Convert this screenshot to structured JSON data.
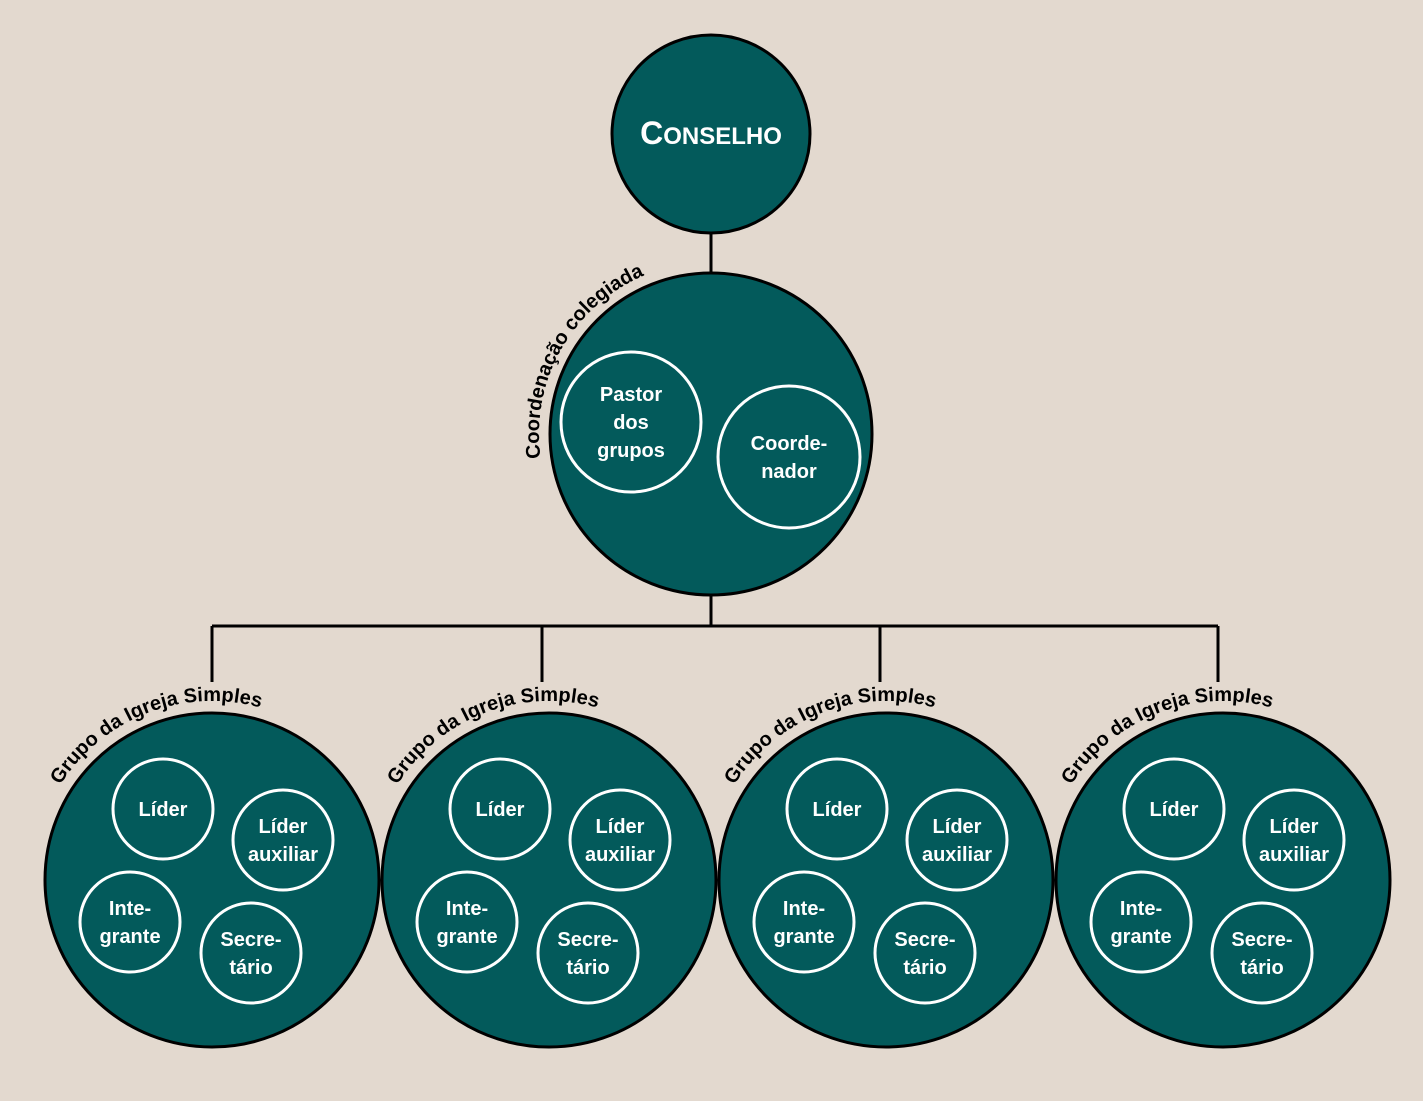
{
  "colors": {
    "background": "#e3d9cf",
    "circle_fill": "#035a5b",
    "outline": "#000000",
    "inner_outline": "#ffffff",
    "text": "#ffffff"
  },
  "conselho": {
    "label_first": "C",
    "label_rest": "ONSELHO"
  },
  "coordenacao": {
    "arc_label": "Coordenação colegiada",
    "members": [
      {
        "lines": [
          "Pastor",
          "dos",
          "grupos"
        ]
      },
      {
        "lines": [
          "Coorde-",
          "nador"
        ]
      }
    ]
  },
  "groups": [
    {
      "arc_label": "Grupo da Igreja Simples",
      "members": [
        {
          "lines": [
            "Líder"
          ]
        },
        {
          "lines": [
            "Líder",
            "auxiliar"
          ]
        },
        {
          "lines": [
            "Inte-",
            "grante"
          ]
        },
        {
          "lines": [
            "Secre-",
            "tário"
          ]
        }
      ]
    },
    {
      "arc_label": "Grupo da Igreja Simples",
      "members": [
        {
          "lines": [
            "Líder"
          ]
        },
        {
          "lines": [
            "Líder",
            "auxiliar"
          ]
        },
        {
          "lines": [
            "Inte-",
            "grante"
          ]
        },
        {
          "lines": [
            "Secre-",
            "tário"
          ]
        }
      ]
    },
    {
      "arc_label": "Grupo da Igreja Simples",
      "members": [
        {
          "lines": [
            "Líder"
          ]
        },
        {
          "lines": [
            "Líder",
            "auxiliar"
          ]
        },
        {
          "lines": [
            "Inte-",
            "grante"
          ]
        },
        {
          "lines": [
            "Secre-",
            "tário"
          ]
        }
      ]
    },
    {
      "arc_label": "Grupo da Igreja Simples",
      "members": [
        {
          "lines": [
            "Líder"
          ]
        },
        {
          "lines": [
            "Líder",
            "auxiliar"
          ]
        },
        {
          "lines": [
            "Inte-",
            "grante"
          ]
        },
        {
          "lines": [
            "Secre-",
            "tário"
          ]
        }
      ]
    }
  ]
}
